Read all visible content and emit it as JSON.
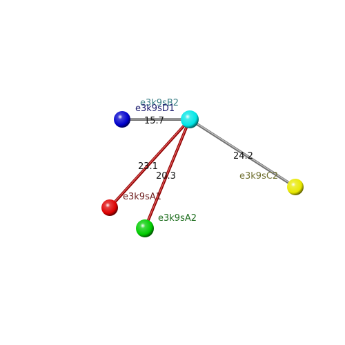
{
  "nodes": [
    {
      "id": "B2",
      "label": "e3k9sB2",
      "color": "#00e5e5",
      "label_color": "#3a7f86"
    },
    {
      "id": "D1",
      "label": "e3k9sD1",
      "color": "#0000cc",
      "label_color": "#1c1c6e"
    },
    {
      "id": "C2",
      "label": "e3k9sC2",
      "color": "#e8e800",
      "label_color": "#6f6f2f"
    },
    {
      "id": "A1",
      "label": "e3k9sA1",
      "color": "#dd0000",
      "label_color": "#6e1e1e"
    },
    {
      "id": "A2",
      "label": "e3k9sA2",
      "color": "#00cc00",
      "label_color": "#1e6e1e"
    }
  ],
  "edges": [
    {
      "from": "D1",
      "to": "B2",
      "label": "15.7",
      "color": "#a0a0a0"
    },
    {
      "from": "B2",
      "to": "C2",
      "label": "24.2",
      "color": "#a0a0a0"
    },
    {
      "from": "B2",
      "to": "A1",
      "label": "23.1",
      "color": "#cc0000"
    },
    {
      "from": "B2",
      "to": "A2",
      "label": "20.3",
      "color": "#cc0000"
    }
  ]
}
